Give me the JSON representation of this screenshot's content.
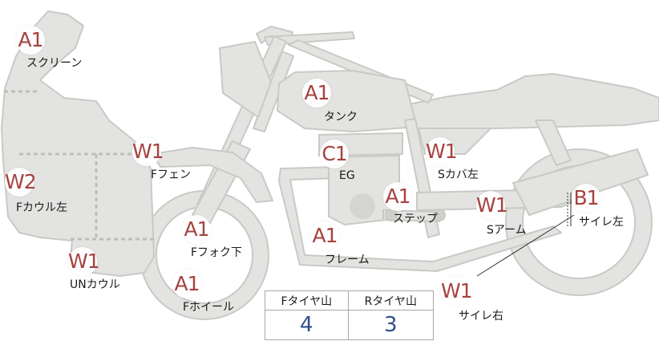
{
  "badges": [
    {
      "id": "screen",
      "code": "A1",
      "label": "スクリーン"
    },
    {
      "id": "f-cowl",
      "code": "W2",
      "label": "Fカウル左"
    },
    {
      "id": "un-cowl",
      "code": "W1",
      "label": "UNカウル"
    },
    {
      "id": "f-fender",
      "code": "W1",
      "label": "Fフェン"
    },
    {
      "id": "f-fork",
      "code": "A1",
      "label": "Fフォク下"
    },
    {
      "id": "f-wheel",
      "code": "A1",
      "label": "Fホイール"
    },
    {
      "id": "tank",
      "code": "A1",
      "label": "タンク"
    },
    {
      "id": "eg",
      "code": "C1",
      "label": "EG"
    },
    {
      "id": "frame",
      "code": "A1",
      "label": "フレーム"
    },
    {
      "id": "step",
      "code": "A1",
      "label": "ステップ"
    },
    {
      "id": "s-cover",
      "code": "W1",
      "label": "Sカバ左"
    },
    {
      "id": "s-arm",
      "code": "W1",
      "label": "Sアーム"
    },
    {
      "id": "muffler-l",
      "code": "B1",
      "label": "サイレ左"
    },
    {
      "id": "muffler-r",
      "code": "W1",
      "label": "サイレ右"
    }
  ],
  "tire_table": {
    "headers": [
      "Fタイヤ山",
      "Rタイヤ山"
    ],
    "values": [
      "4",
      "3"
    ]
  },
  "colors": {
    "badge_text": "#a6423f",
    "table_value": "#2f4f8a",
    "part_fill": "#e3e3e1",
    "part_stroke": "#c9c9c6"
  }
}
